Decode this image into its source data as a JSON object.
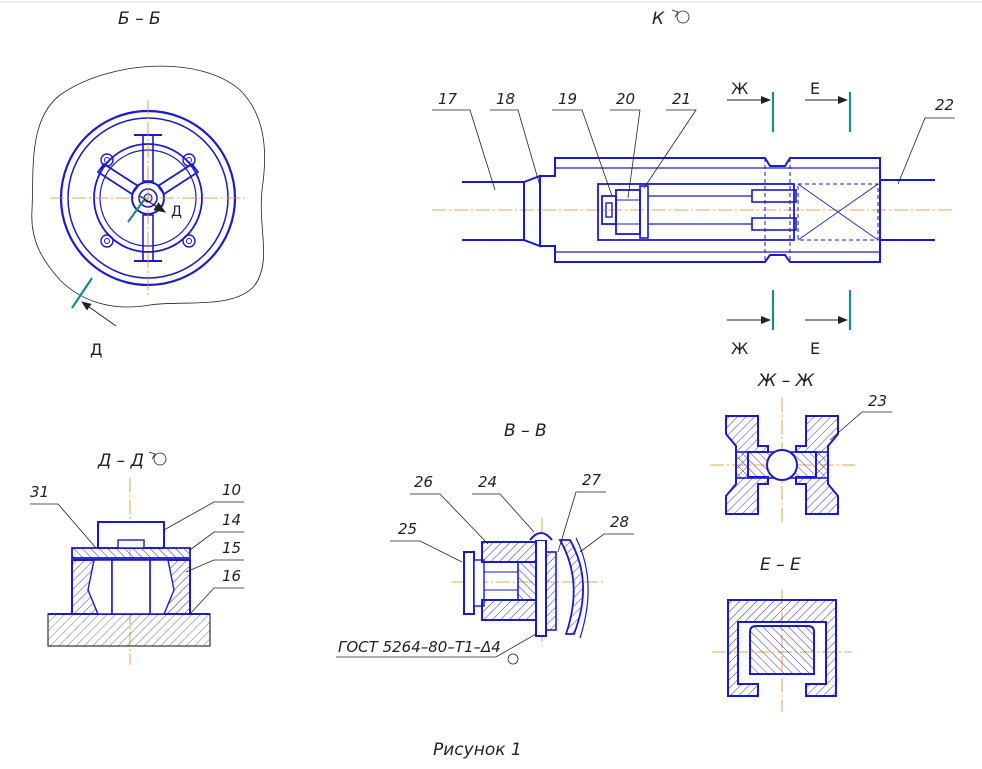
{
  "title": "Рисунок 1",
  "views": {
    "bb": "Б – Б",
    "k": "К",
    "dd": "Д – Д",
    "vv": "В – В",
    "zhzh": "Ж – Ж",
    "ee": "Е – Е"
  },
  "marks": {
    "d_small": "Д",
    "d_arrow": "Д",
    "zh_top": "Ж",
    "e_top": "Е",
    "zh_bottom": "Ж",
    "e_bottom": "Е"
  },
  "parts": {
    "p17": "17",
    "p18": "18",
    "p19": "19",
    "p20": "20",
    "p21": "21",
    "p22": "22",
    "p23": "23",
    "p24": "24",
    "p25": "25",
    "p26": "26",
    "p27": "27",
    "p28": "28",
    "p31": "31",
    "p10": "10",
    "p14": "14",
    "p15": "15",
    "p16": "16"
  },
  "standard": "ГОСТ 5264–80–Т1–Δ4",
  "colors": {
    "outline": "#1a1ad0",
    "axis": "#e08a2a",
    "cut_line": "#1a8a8a"
  }
}
